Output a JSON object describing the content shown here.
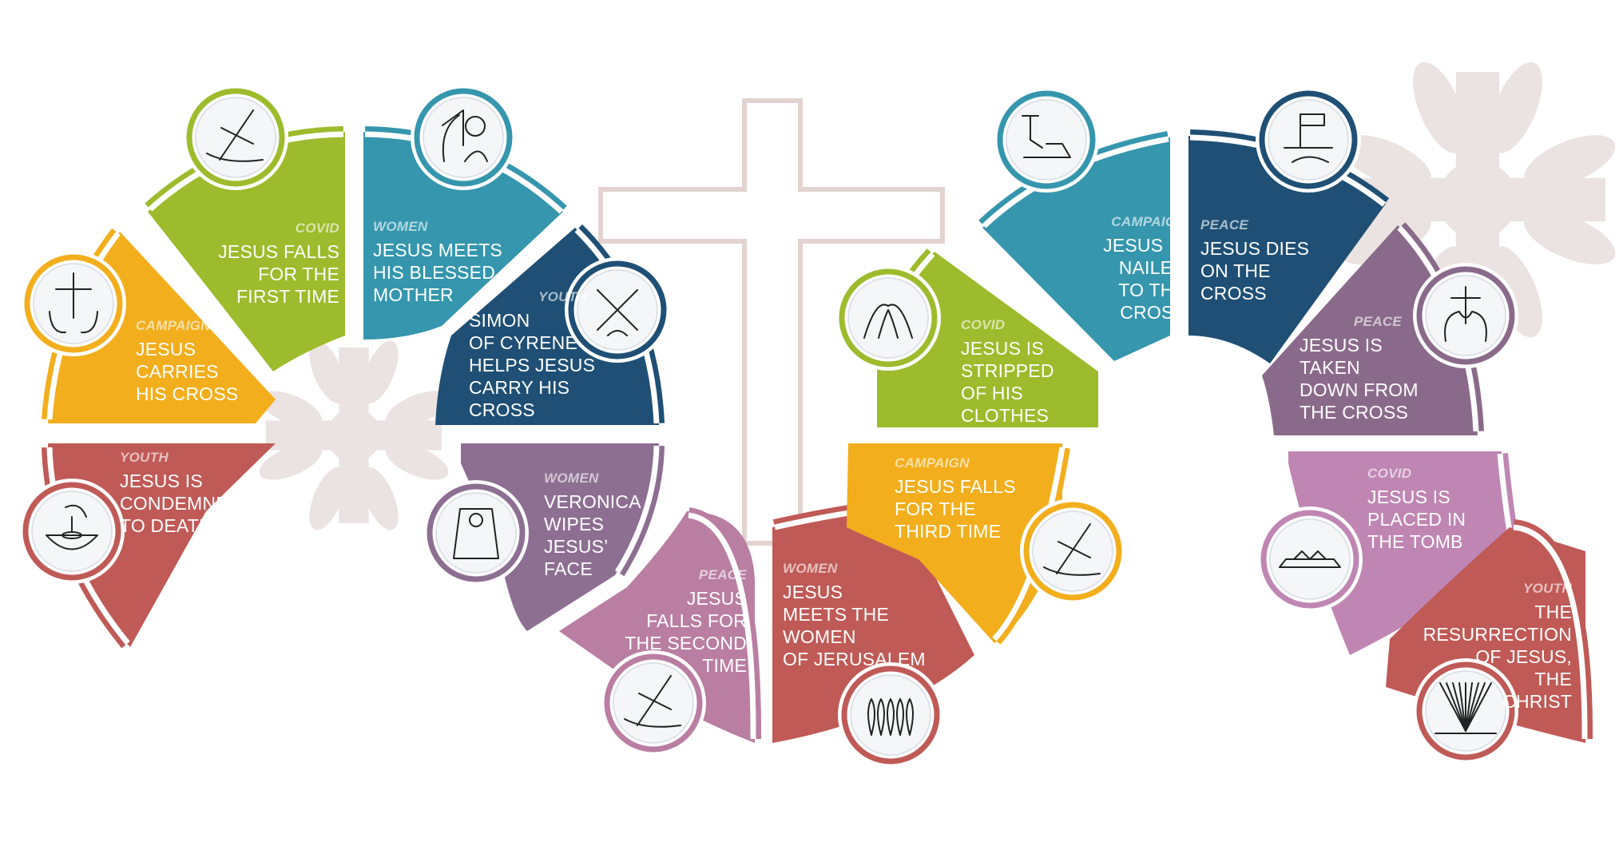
{
  "colors": {
    "covid_green": "#9DBB2C",
    "campaign_yellow": "#F2AE1C",
    "youth_red": "#BF5A57",
    "women_teal": "#3596AD",
    "youth_navy": "#1F4F74",
    "women_purple": "#8D6F92",
    "peace_pink": "#B97EA2",
    "peace_mauve": "#8A6A8A",
    "covid_lilac": "#BF86B3",
    "watermark": "#E9E1DE"
  },
  "stations": [
    {
      "id": "s1",
      "tag": "YOUTH",
      "title": "JESUS IS\nCONDEMNED\nTO DEATH",
      "color": "#BF5A57",
      "icon": "water-basin-hands-icon"
    },
    {
      "id": "s2",
      "tag": "CAMPAIGN",
      "title": "JESUS\nCARRIES\nHIS CROSS",
      "color": "#F2AE1C",
      "icon": "cross-on-hands-icon"
    },
    {
      "id": "s3",
      "tag": "COVID",
      "title": "JESUS FALLS\nFOR THE\nFIRST TIME",
      "color": "#9DBB2C",
      "icon": "falling-cross-icon"
    },
    {
      "id": "s4",
      "tag": "WOMEN",
      "title": "JESUS MEETS\nHIS BLESSED\nMOTHER",
      "color": "#3596AD",
      "icon": "mother-embrace-icon"
    },
    {
      "id": "s5",
      "tag": "YOUTH",
      "title": "SIMON\nOF CYRENE\nHELPS JESUS\nCARRY HIS\nCROSS",
      "color": "#1F4F74",
      "icon": "shared-cross-icon"
    },
    {
      "id": "s6",
      "tag": "WOMEN",
      "title": "VERONICA\nWIPES\nJESUS’\nFACE",
      "color": "#8D6F92",
      "icon": "veil-cloth-icon"
    },
    {
      "id": "s7",
      "tag": "PEACE",
      "title": "JESUS\nFALLS FOR\nTHE SECOND\nTIME",
      "color": "#B97EA2",
      "icon": "fallen-cross-icon"
    },
    {
      "id": "s8",
      "tag": "WOMEN",
      "title": "JESUS\nMEETS THE\nWOMEN\nOF JERUSALEM",
      "color": "#BF5A57",
      "icon": "weeping-women-icon"
    },
    {
      "id": "s9",
      "tag": "CAMPAIGN",
      "title": "JESUS FALLS\nFOR THE\nTHIRD TIME",
      "color": "#F2AE1C",
      "icon": "third-fall-icon"
    },
    {
      "id": "s10",
      "tag": "COVID",
      "title": "JESUS IS\nSTRIPPED\nOF HIS\nCLOTHES",
      "color": "#9DBB2C",
      "icon": "stripped-garment-icon"
    },
    {
      "id": "s11",
      "tag": "CAMPAIGN",
      "title": "JESUS IS\nNAILED\nTO THE\nCROSS",
      "color": "#3596AD",
      "icon": "hammer-nail-icon"
    },
    {
      "id": "s12",
      "tag": "PEACE",
      "title": "JESUS DIES\nON THE\nCROSS",
      "color": "#1F4F74",
      "icon": "inri-sign-icon"
    },
    {
      "id": "s13",
      "tag": "PEACE",
      "title": "JESUS IS\nTAKEN\nDOWN FROM\nTHE CROSS",
      "color": "#8A6A8A",
      "icon": "descent-cross-icon"
    },
    {
      "id": "s14",
      "tag": "COVID",
      "title": "JESUS IS\nPLACED IN\nTHE TOMB",
      "color": "#BF86B3",
      "icon": "tomb-icon"
    },
    {
      "id": "s15",
      "tag": "YOUTH",
      "title": "THE\nRESURRECTION\nOF JESUS,\nTHE\nCHRIST",
      "color": "#BF5A57",
      "icon": "risen-light-icon"
    }
  ]
}
